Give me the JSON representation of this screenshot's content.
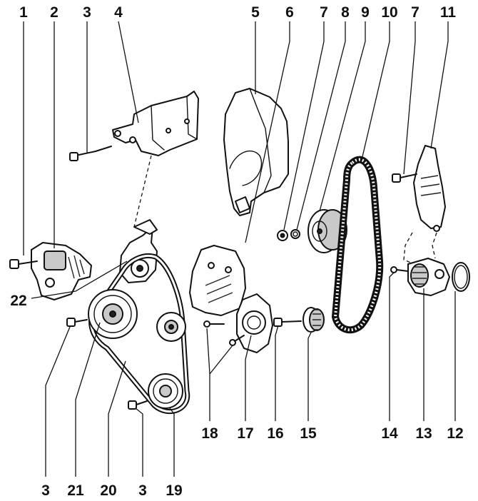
{
  "callouts": {
    "top": [
      "1",
      "2",
      "3",
      "4",
      "5",
      "6",
      "7",
      "8",
      "9",
      "10",
      "7",
      "11"
    ],
    "left_mid": "22",
    "bottom": [
      "3",
      "21",
      "20",
      "3",
      "19",
      "18",
      "17",
      "16",
      "15",
      "14",
      "13",
      "12"
    ]
  }
}
